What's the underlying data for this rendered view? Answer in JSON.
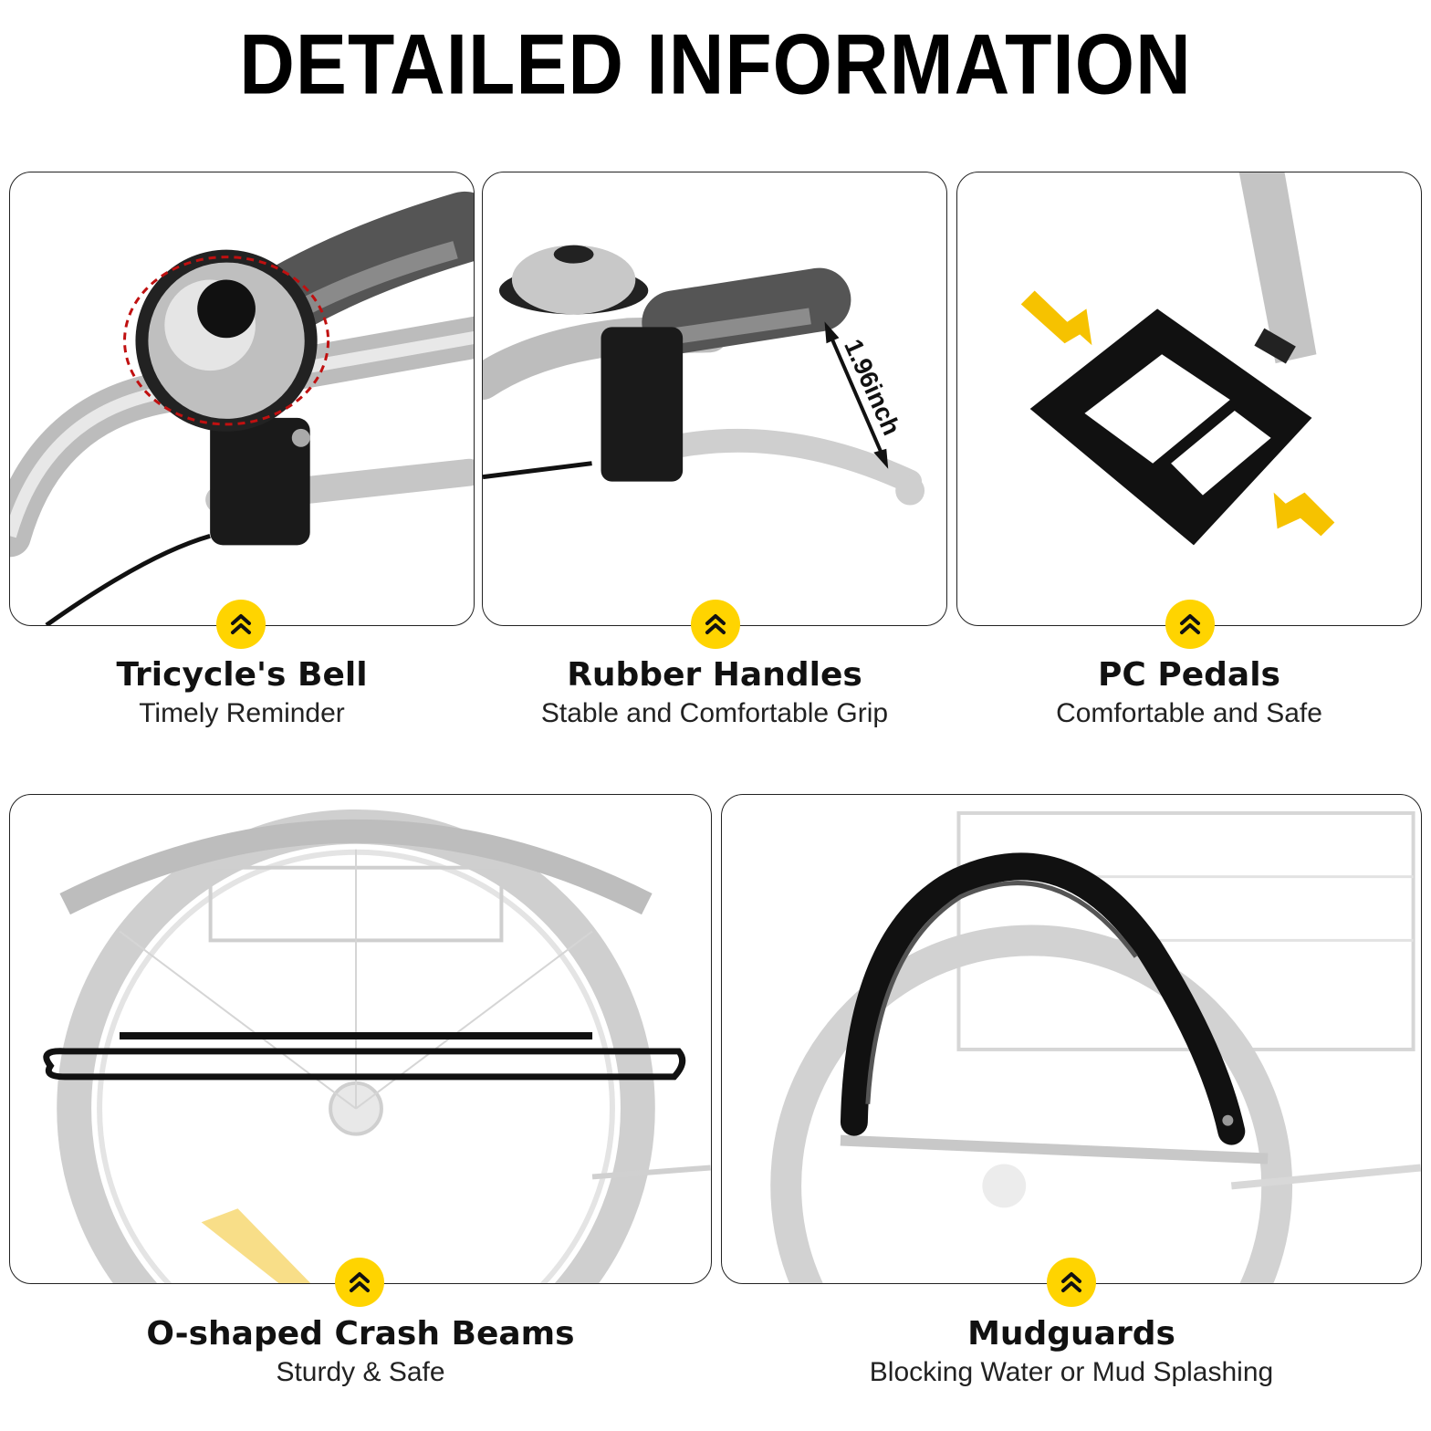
{
  "header": {
    "title": "DETAILED INFORMATION"
  },
  "colors": {
    "accent": "#FFD400",
    "border": "#222222",
    "text": "#111111"
  },
  "badge_icon": "double-chevron-up-icon",
  "features": [
    {
      "title": "Tricycle's Bell",
      "subtitle": "Timely Reminder"
    },
    {
      "title": "Rubber Handles",
      "subtitle": "Stable and Comfortable Grip",
      "measurement": "1.96inch"
    },
    {
      "title": "PC Pedals",
      "subtitle": "Comfortable and Safe"
    },
    {
      "title": "O-shaped Crash Beams",
      "subtitle": "Sturdy & Safe"
    },
    {
      "title": "Mudguards",
      "subtitle": "Blocking Water or Mud Splashing"
    }
  ]
}
